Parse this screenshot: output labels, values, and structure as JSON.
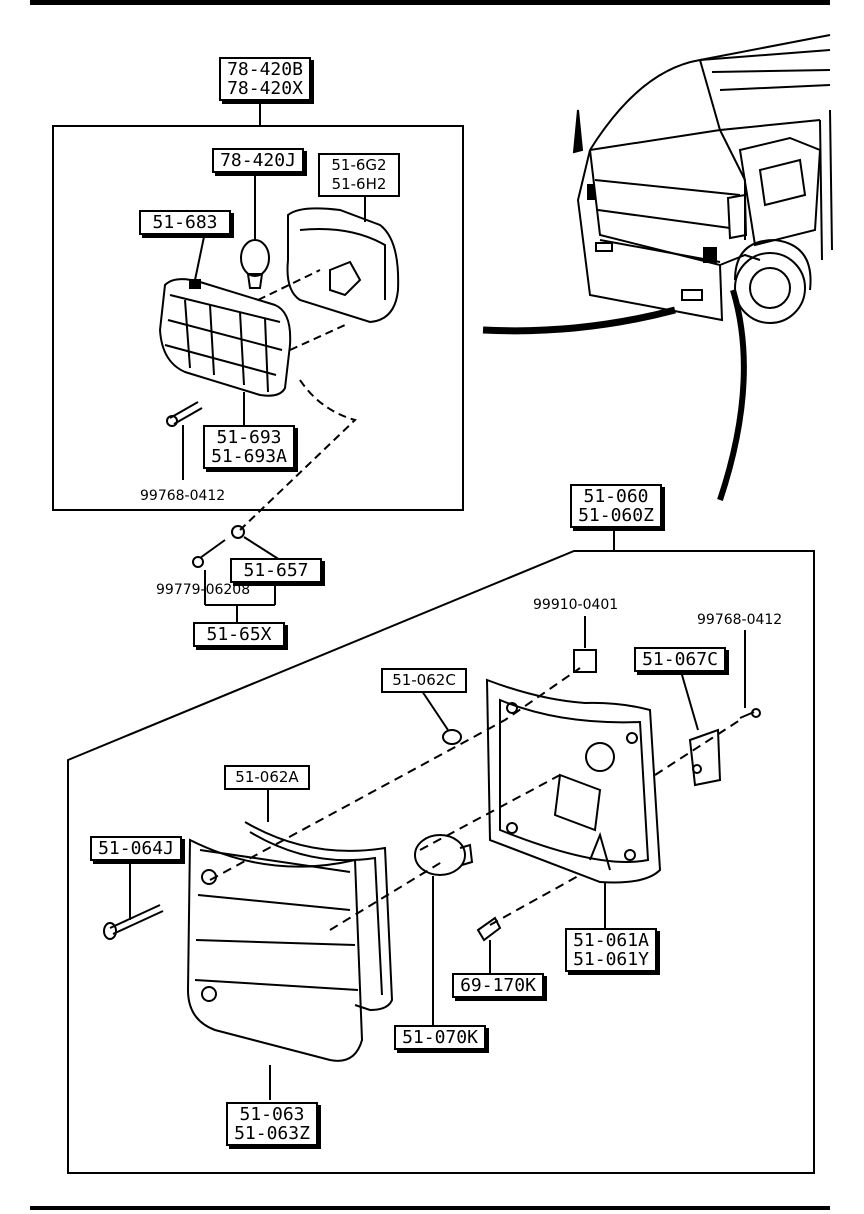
{
  "diagram": {
    "top_box": [
      "78-420B",
      "78-420X"
    ],
    "labels": {
      "bulb_front": "78-420J",
      "socket": [
        "51-6G2",
        "51-6H2"
      ],
      "front_lens": "51-683",
      "front_housing": [
        "51-693",
        "51-693A"
      ],
      "front_screw": "99768-0412",
      "washer": "51-657",
      "small_screw": "99779-06208",
      "bracket_set": "51-65X",
      "rear_assembly": [
        "51-060",
        "51-060Z"
      ],
      "grommet": "99910-0401",
      "bracket_rear": "51-067C",
      "bracket_screw": "99768-0412",
      "nut": "51-062C",
      "gasket": "51-062A",
      "lens_screw": "51-064J",
      "rear_lens": [
        "51-063",
        "51-063Z"
      ],
      "rear_housing": [
        "51-061A",
        "51-061Y"
      ],
      "small_bulb": "69-170K",
      "rear_bulb": "51-070K"
    }
  }
}
